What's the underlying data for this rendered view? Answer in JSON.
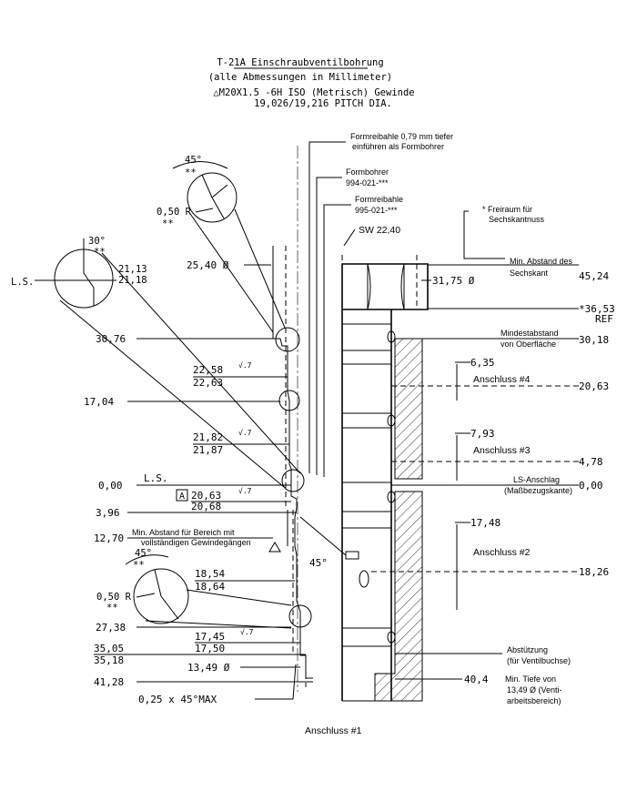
{
  "title": {
    "line1": "T-21A Einschraubventilbohrung",
    "line2": "(alle Abmessungen in Millimeter)",
    "line3": "△M20X1.5 -6H ISO (Metrisch) Gewinde",
    "line4": "19,026/19,216 PITCH DIA."
  },
  "callouts": {
    "formreibahle_note_1": "Formreibahle 0,79 mm tiefer",
    "formreibahle_note_2": "einführen als Formbohrer",
    "formbohrer": "Formbohrer",
    "formbohrer_pn": "994-021-***",
    "formreibahle": "Formreibahle",
    "formreibahle_pn": "995-021-***",
    "sw": "SW 22,40",
    "freiraum_1": "* Freiraum für",
    "freiraum_2": "Sechskantnuss",
    "min_abstand_1": "Min. Abstand des",
    "min_abstand_2": "Sechskant",
    "mindestabstand_1": "Mindestabstand",
    "mindestabstand_2": "von Oberfläche",
    "anschluss4": "Anschluss #4",
    "anschluss3": "Anschluss #3",
    "anschluss2": "Anschluss #2",
    "anschluss1": "Anschluss #1",
    "ls_anschlag_1": "LS-Anschlag",
    "ls_anschlag_2": "(Maßbezugskante)",
    "abstuetzung_1": "Abstützung",
    "abstuetzung_2": "(für Ventilbuchse)",
    "min_tiefe_1": "Min. Tiefe von",
    "min_tiefe_2": "13,49 Ø (Venti-",
    "min_tiefe_3": "arbeitsbereich)",
    "min_abstand_bereich_1": "Min. Abstand für Bereich mit",
    "min_abstand_bereich_2": "vollständigen Gewindegängen"
  },
  "dims_left": {
    "d_25_40": "25,40 Ø",
    "d_30_76": "30,76",
    "d_22_58": "22,58",
    "d_22_63": "22,63",
    "d_17_04": "17,04",
    "d_21_82": "21,82",
    "d_21_87": "21,87",
    "d_0_00": "0,00",
    "ls": "L.S.",
    "d_20_63": "20,63",
    "d_20_68": "20,68",
    "datum_a": "A",
    "d_3_96": "3,96",
    "d_12_70": "12,70",
    "d_18_54": "18,54",
    "d_18_64": "18,64",
    "d_27_38": "27,38",
    "d_17_45": "17,45",
    "d_17_50": "17,50",
    "d_35_05": "35,05",
    "d_35_18": "35,18",
    "d_13_49": "13,49 Ø",
    "d_41_28": "41,28",
    "chamfer": "0,25 x 45°MAX",
    "ang_45_low": "45°",
    "finish": "√.7"
  },
  "dims_right": {
    "d_31_75": "31,75 Ø",
    "d_45_24": "45,24",
    "d_36_53": "*36,53",
    "ref": "REF",
    "d_30_18": "30,18",
    "d_6_35": "6,35",
    "d_20_63r": "20,63",
    "d_7_93": "7,93",
    "d_4_78": "4,78",
    "d_0_00r": "0,00",
    "d_17_48": "17,48",
    "d_18_26": "18,26",
    "d_40_4": "40,4"
  },
  "details": {
    "top_angle": "45°",
    "top_stars": "**",
    "top_r": "0,50 R",
    "top_r_stars": "**",
    "ls_angle": "30°",
    "ls_stars": "**",
    "ls_d1": "21,13",
    "ls_d2": "21,18",
    "ls_label": "L.S.",
    "low_angle": "45°",
    "low_stars": "**",
    "low_r": "0,50 R",
    "low_r_stars": "**"
  }
}
